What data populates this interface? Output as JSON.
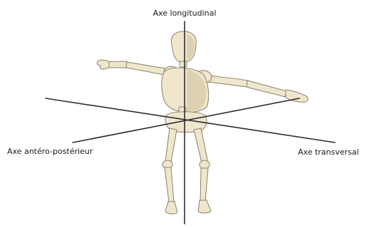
{
  "labels": {
    "longitudinal": "Axe longitudinal",
    "antero_posterior": "Axe antéro-postérieur",
    "transversal": "Axe transversal"
  },
  "colors": {
    "axis": "#2e2e2e",
    "bone": "#efe6cc",
    "bone_outline": "#8a8270",
    "bone_shade": "#ddd1b0",
    "label": "#1a1a1a"
  },
  "icons": {
    "figure": "skeleton-figure"
  }
}
